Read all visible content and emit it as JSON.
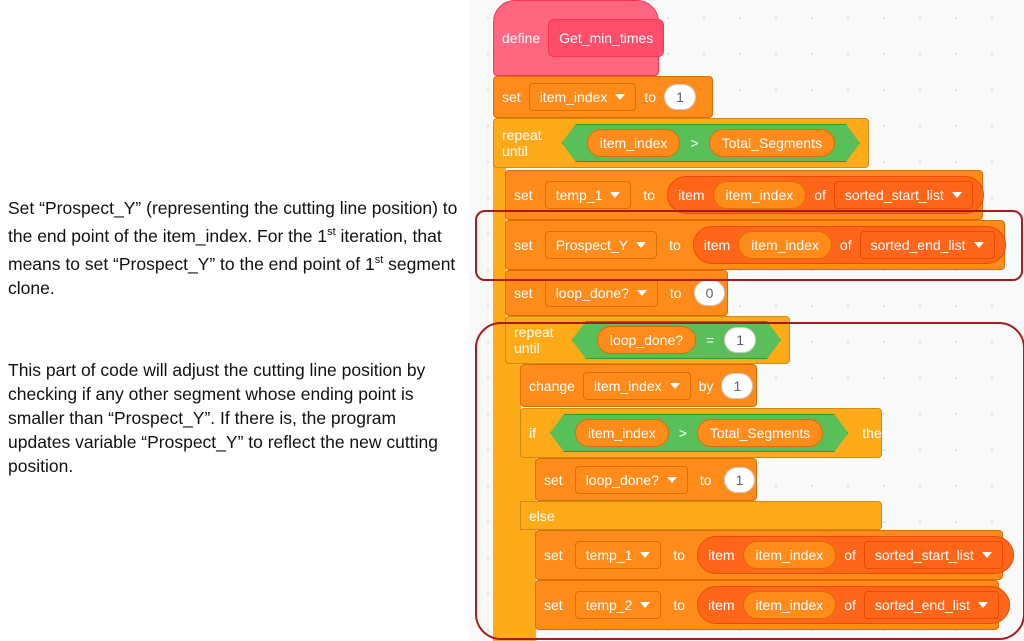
{
  "notes": {
    "p1_a": "Set “Prospect_Y” (representing the cutting line position) to the end point of the item_index. For the 1",
    "p1_sup1": "st",
    "p1_b": " iteration, that means to set “Prospect_Y” to the end point of 1",
    "p1_sup2": "st",
    "p1_c": " segment clone.",
    "p2": "This part of code will adjust the cutting line position by checking if any other segment whose ending point is smaller than “Prospect_Y”. If there is, the program updates variable “Prospect_Y” to reflect the new cutting position."
  },
  "kw": {
    "define": "define",
    "set": "set",
    "to": "to",
    "repeat_until": "repeat until",
    "item": "item",
    "of": "of",
    "change": "change",
    "by": "by",
    "if": "if",
    "then": "then",
    "else": "else",
    "gt": ">",
    "eq": "="
  },
  "proc_name": "Get_min_times",
  "vars": {
    "item_index": "item_index",
    "total": "Total_Segments",
    "temp_1": "temp_1",
    "temp_2": "temp_2",
    "prospect": "Prospect_Y",
    "loop_done": "loop_done?",
    "start_list": "sorted_start_list",
    "end_list": "sorted_end_list"
  },
  "nums": {
    "one": "1",
    "zero": "0"
  }
}
